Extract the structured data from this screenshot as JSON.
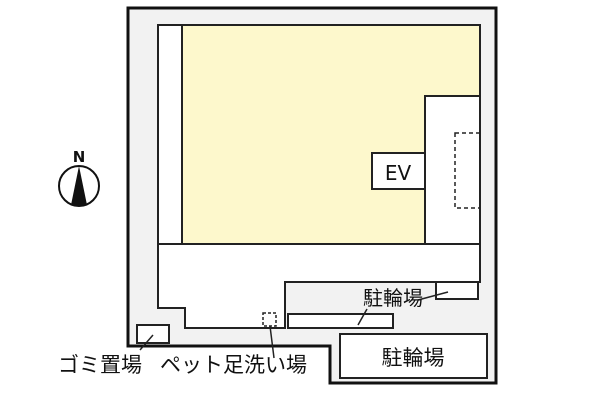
{
  "colors": {
    "site_fill": "#f2f2f2",
    "building_fill": "#fdf8cc",
    "white": "#ffffff",
    "line": "#111111"
  },
  "compass": {
    "label": "N"
  },
  "labels": {
    "elevator": "EV",
    "garbage": "ゴミ置場",
    "pet_wash": "ペット足洗い場",
    "bicycle_small": "駐輪場",
    "bicycle_large": "駐輪場"
  }
}
